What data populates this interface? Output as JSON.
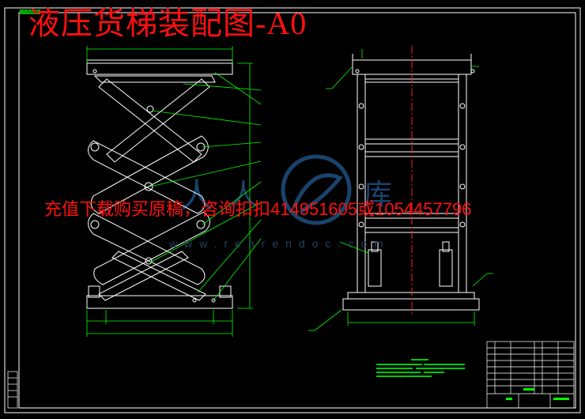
{
  "drawing": {
    "title": "液压货梯装配图-A0",
    "promo_text": "充值下载购买原稿，咨询扣扣414951605或1054457796",
    "watermark_url": "www.renrendoc.com",
    "corner_tag": "人人文库"
  },
  "colors": {
    "background": "#000000",
    "line": "#ffffff",
    "dimension": "#00ff00",
    "centerline": "#ff2020",
    "title_red": "#ff1010",
    "watermark": "#2a5a8a"
  }
}
